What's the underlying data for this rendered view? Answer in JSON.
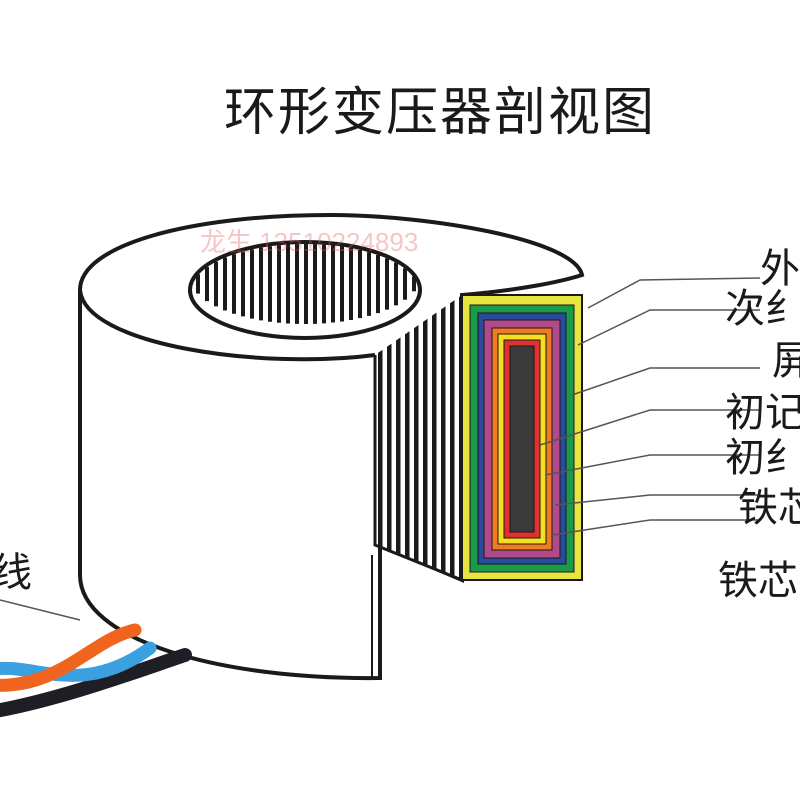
{
  "title": "环形变压器剖视图",
  "watermark": "龙生 13510224893",
  "labels": [
    "外",
    "次纟",
    "屏",
    "初记",
    "初纟",
    "铁芯",
    "铁芯"
  ],
  "lead_label": "线",
  "colors": {
    "outline": "#1a1a1a",
    "outer_insulation": "#e8e440",
    "secondary_winding": "#1a9a4a",
    "shield": "#b04a8a",
    "primary_insulation": "#f27a20",
    "primary_winding": "#f4e020",
    "core_insulation": "#e03030",
    "core": "#3a3a3a",
    "wire_orange": "#f0641e",
    "wire_blue": "#3aa0e0",
    "wire_black": "#1e1e24"
  }
}
